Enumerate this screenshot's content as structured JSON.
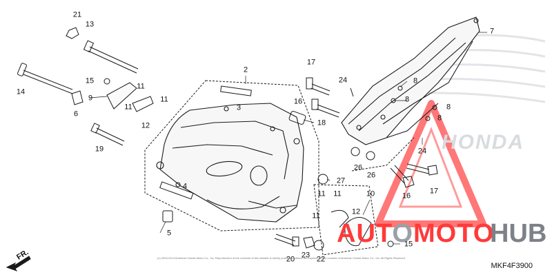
{
  "diagram": {
    "diagram_code": "MKF4F3900",
    "direction_label": "FR.",
    "copyright_text": "(c) 2003-2013 American Honda Motor Co., Inc. Reproduction of the contents of this website is strictly prohibited without the express written consent of American Honda Motor Co., Inc. All Rights Reserved.",
    "watermark": {
      "word1_a": "AUT",
      "word1_o": "O",
      "word1_b": "MOTO",
      "word2": "HUB",
      "brand_ghost": "HONDA"
    },
    "colors": {
      "line": "#1a1a1a",
      "watermark_red": "#ff3a3a",
      "watermark_grey": "#7d8288"
    },
    "callouts": [
      {
        "id": "c21",
        "label": "21"
      },
      {
        "id": "c13",
        "label": "13"
      },
      {
        "id": "c14",
        "label": "14"
      },
      {
        "id": "c15a",
        "label": "15"
      },
      {
        "id": "c9",
        "label": "9"
      },
      {
        "id": "c11a",
        "label": "11"
      },
      {
        "id": "c11b",
        "label": "11"
      },
      {
        "id": "c11c",
        "label": "11"
      },
      {
        "id": "c12a",
        "label": "12"
      },
      {
        "id": "c6",
        "label": "6"
      },
      {
        "id": "c19",
        "label": "19"
      },
      {
        "id": "c2",
        "label": "2"
      },
      {
        "id": "c3",
        "label": "3"
      },
      {
        "id": "c16a",
        "label": "16"
      },
      {
        "id": "c18",
        "label": "18"
      },
      {
        "id": "c17a",
        "label": "17"
      },
      {
        "id": "c24a",
        "label": "24"
      },
      {
        "id": "c7",
        "label": "7"
      },
      {
        "id": "c8a",
        "label": "8"
      },
      {
        "id": "c8b",
        "label": "8"
      },
      {
        "id": "c8c",
        "label": "8"
      },
      {
        "id": "c8d",
        "label": "8"
      },
      {
        "id": "c24b",
        "label": "24"
      },
      {
        "id": "c26a",
        "label": "26"
      },
      {
        "id": "c26b",
        "label": "26"
      },
      {
        "id": "c16b",
        "label": "16"
      },
      {
        "id": "c17b",
        "label": "17"
      },
      {
        "id": "c4",
        "label": "4"
      },
      {
        "id": "c27",
        "label": "27"
      },
      {
        "id": "c10",
        "label": "10"
      },
      {
        "id": "c11d",
        "label": "11"
      },
      {
        "id": "c11e",
        "label": "11"
      },
      {
        "id": "c11f",
        "label": "11"
      },
      {
        "id": "c12b",
        "label": "12"
      },
      {
        "id": "c5",
        "label": "5"
      },
      {
        "id": "c20",
        "label": "20"
      },
      {
        "id": "c23",
        "label": "23"
      },
      {
        "id": "c22",
        "label": "22"
      },
      {
        "id": "c15b",
        "label": "15"
      }
    ]
  }
}
